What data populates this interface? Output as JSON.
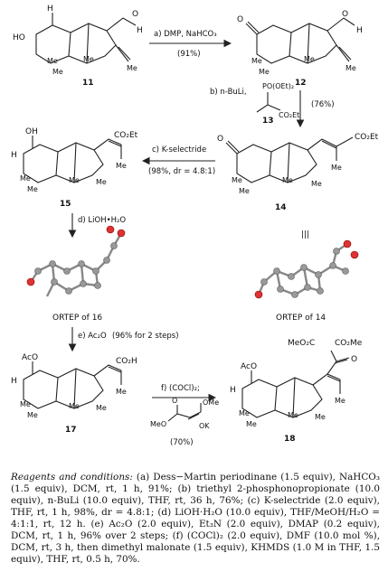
{
  "compounds": {
    "c11": "11",
    "c12": "12",
    "c13": "13",
    "c14": "14",
    "c15": "15",
    "c16": "16",
    "c17": "17",
    "c18": "18"
  },
  "labels": {
    "ho": "HO",
    "h": "H",
    "me": "Me",
    "o": "O",
    "oh": "OH",
    "co2et": "CO₂Et",
    "co2h": "CO₂H",
    "aco": "AcO",
    "po_oet2": "PO(OEt)₂",
    "meo2c": "MeO₂C",
    "co2me": "CO₂Me",
    "meo": "MeO",
    "ome": "OMe",
    "ok": "OK"
  },
  "steps": {
    "a_cond": "a) DMP, NaHCO₃",
    "a_yield": "(91%)",
    "b_cond": "b) n-BuLi,",
    "b_yield": "(76%)",
    "c_cond": "c) K-selectride",
    "c_yield": "(98%, dr = 4.8:1)",
    "d_cond": "d) LiOH•H₂O",
    "e_cond": "e) Ac₂O",
    "e_yield": "(96% for 2 steps)",
    "f_cond": "f) (COCl)₂;",
    "f_yield": "(70%)"
  },
  "ortep": {
    "o16": "ORTEP of 16",
    "o14": "ORTEP of 14",
    "equal": "|||"
  },
  "caption": {
    "title": "Reagents and conditions:",
    "body": " (a) Dess−Martin periodinane (1.5 equiv), NaHCO₃ (1.5 equiv), DCM, rt, 1 h, 91%; (b) triethyl 2-phosphonopropionate (10.0 equiv), n-BuLi (10.0 equiv), THF, rt, 36 h, 76%; (c) K-selectride (2.0 equiv), THF, rt, 1 h, 98%, dr = 4.8:1; (d) LiOH·H₂O (10.0 equiv), THF/MeOH/H₂O = 4:1:1, rt, 12 h. (e) Ac₂O (2.0 equiv), Et₃N (2.0 equiv), DMAP (0.2 equiv), DCM, rt, 1 h, 96% over 2 steps; (f) (COCl)₂ (2.0 equiv), DMF (10.0 mol %), DCM, rt, 3 h, then dimethyl malonate (1.5 equiv), KHMDS (1.0 M in THF, 1.5 equiv), THF, rt, 0.5 h, 70%."
  }
}
